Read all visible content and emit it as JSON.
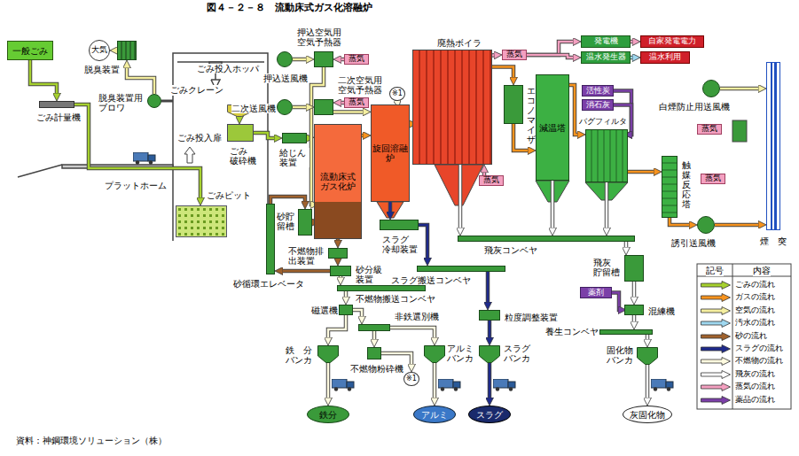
{
  "diagram": {
    "title": "図４－２－８　流動床式ガス化溶融炉",
    "caption": "資料：神鋼環境ソリューション（株）",
    "nodes": [
      {
        "text": [
          "一般ごみ"
        ]
      },
      {
        "text": [
          "ごみ計量機"
        ]
      },
      {
        "text": [
          "大気"
        ]
      },
      {
        "text": [
          "脱臭装置"
        ]
      },
      {
        "text": [
          "脱臭装置用 ブロワ"
        ]
      },
      {
        "text": [
          "ごみピット"
        ]
      },
      {
        "text": [
          "ごみ投入ホッパ"
        ]
      },
      {
        "text": [
          "ごみ 破砕機"
        ]
      },
      {
        "text": [
          "給じん 装置"
        ]
      },
      {
        "text": [
          "押込送風機"
        ]
      },
      {
        "text": [
          "二次送風機"
        ]
      },
      {
        "text": [
          "押込空気用 空気予熱器"
        ]
      },
      {
        "text": [
          "二次空気用 空気予熱器"
        ]
      },
      {
        "text": [
          "蒸気"
        ]
      },
      {
        "text": [
          "蒸気"
        ]
      },
      {
        "text": [
          "流動床式 ガス化炉"
        ]
      },
      {
        "text": [
          "※1"
        ]
      },
      {
        "text": [
          "旋回溶融炉"
        ]
      },
      {
        "text": [
          "廃熱ボイラ"
        ]
      },
      {
        "text": [
          "蒸気"
        ]
      },
      {
        "text": [
          "蒸気"
        ]
      },
      {
        "text": [
          "発電機"
        ]
      },
      {
        "text": [
          "温水発生器"
        ]
      },
      {
        "text": [
          "自家発電電力"
        ]
      },
      {
        "text": [
          "温水利用"
        ]
      },
      {
        "text": [
          "エコノマイザ"
        ]
      },
      {
        "text": [
          "減温塔"
        ]
      },
      {
        "text": [
          "活性炭"
        ]
      },
      {
        "text": [
          "消石灰"
        ]
      },
      {
        "text": [
          "バグフィルタ"
        ]
      },
      {
        "text": [
          "触媒反応塔"
        ]
      },
      {
        "text": [
          "蒸気"
        ]
      },
      {
        "text": [
          "白煙防止用送風機"
        ]
      },
      {
        "text": [
          "蒸気"
        ]
      },
      {
        "text": [
          "誘引送風機"
        ]
      },
      {
        "text": [
          "煙　突"
        ]
      },
      {
        "text": [
          "砂貯 留槽"
        ]
      },
      {
        "text": [
          "砂循環エレベータ"
        ]
      },
      {
        "text": [
          "不燃物排 出装置"
        ]
      },
      {
        "text": [
          "砂分級 装置"
        ]
      },
      {
        "text": [
          "スラグ 冷却装置"
        ]
      },
      {
        "text": [
          "飛灰コンベヤ"
        ]
      },
      {
        "text": [
          "スラグ搬送コンベヤ"
        ]
      },
      {
        "text": [
          "不燃物搬送コンベヤ"
        ]
      },
      {
        "text": [
          "磁選機"
        ]
      },
      {
        "text": [
          "非鉄選別機"
        ]
      },
      {
        "text": [
          "不燃物粉砕機"
        ]
      },
      {
        "text": [
          "※1"
        ]
      },
      {
        "text": [
          "鉄　分 バンカ"
        ]
      },
      {
        "text": [
          "アルミ バンカ"
        ]
      },
      {
        "text": [
          "粒度調整装置"
        ]
      },
      {
        "text": [
          "スラグ バンカ"
        ]
      },
      {
        "text": [
          "鉄分"
        ]
      },
      {
        "text": [
          "アルミ"
        ]
      },
      {
        "text": [
          "スラグ"
        ]
      },
      {
        "text": [
          "飛灰 貯留槽"
        ]
      },
      {
        "text": [
          "薬剤"
        ]
      },
      {
        "text": [
          "混練機"
        ]
      },
      {
        "text": [
          "養生コンベヤ"
        ]
      },
      {
        "text": [
          "固化物 バンカ"
        ]
      },
      {
        "text": [
          "灰固化物"
        ]
      }
    ],
    "edges": [
      {
        "from": 0,
        "to": 1,
        "arrow": "to"
      },
      {
        "from": 1,
        "to": 5,
        "arrow": "to"
      },
      {
        "from": 4,
        "to": 3,
        "arrow": "to"
      },
      {
        "from": 3,
        "to": 2,
        "arrow": "to"
      },
      {
        "from": 6,
        "to": 7,
        "arrow": "to"
      },
      {
        "from": 7,
        "to": 8,
        "arrow": "to"
      },
      {
        "from": 8,
        "to": 15,
        "arrow": "to"
      },
      {
        "from": 9,
        "to": 11,
        "arrow": "to"
      },
      {
        "from": 11,
        "to": 15,
        "arrow": "to"
      },
      {
        "from": 10,
        "to": 12,
        "arrow": "to"
      },
      {
        "from": 12,
        "to": 17,
        "arrow": "to"
      },
      {
        "from": 13,
        "to": 11,
        "arrow": "to"
      },
      {
        "from": 14,
        "to": 12,
        "arrow": "to"
      },
      {
        "from": 15,
        "to": 17,
        "arrow": "to"
      },
      {
        "from": 16,
        "to": 17,
        "arrow": "to"
      },
      {
        "from": 17,
        "to": 18,
        "arrow": "to"
      },
      {
        "from": 18,
        "to": 19,
        "arrow": "to"
      },
      {
        "from": 19,
        "to": 21,
        "arrow": "to"
      },
      {
        "from": 19,
        "to": 22,
        "arrow": "to"
      },
      {
        "from": 21,
        "to": 23,
        "arrow": "to"
      },
      {
        "from": 22,
        "to": 24,
        "arrow": "to"
      },
      {
        "from": 20,
        "to": 18,
        "arrow": "to"
      },
      {
        "from": 18,
        "to": 25,
        "arrow": "to"
      },
      {
        "from": 25,
        "to": 26,
        "arrow": "to"
      },
      {
        "from": 26,
        "to": 29,
        "arrow": "to"
      },
      {
        "from": 27,
        "to": 29,
        "arrow": "to"
      },
      {
        "from": 28,
        "to": 29,
        "arrow": "to"
      },
      {
        "from": 29,
        "to": 30,
        "arrow": "to"
      },
      {
        "from": 30,
        "to": 34,
        "arrow": "to"
      },
      {
        "from": 34,
        "to": 35,
        "arrow": "to"
      },
      {
        "from": 32,
        "to": 35,
        "arrow": "to"
      },
      {
        "from": 17,
        "to": 40,
        "arrow": "to"
      },
      {
        "from": 18,
        "to": 41,
        "arrow": "to"
      },
      {
        "from": 26,
        "to": 41,
        "arrow": "to"
      },
      {
        "from": 29,
        "to": 41,
        "arrow": "to"
      },
      {
        "from": 15,
        "to": 38,
        "arrow": "to"
      },
      {
        "from": 38,
        "to": 39,
        "arrow": "to"
      },
      {
        "from": 39,
        "to": 37,
        "arrow": "to"
      },
      {
        "from": 37,
        "to": 36,
        "arrow": "to"
      },
      {
        "from": 36,
        "to": 15,
        "arrow": "to"
      },
      {
        "from": 39,
        "to": 43,
        "arrow": "to"
      },
      {
        "from": 43,
        "to": 44,
        "arrow": "to"
      },
      {
        "from": 44,
        "to": 48,
        "arrow": "to"
      },
      {
        "from": 44,
        "to": 45,
        "arrow": "to"
      },
      {
        "from": 45,
        "to": 49,
        "arrow": "to"
      },
      {
        "from": 45,
        "to": 46,
        "arrow": "to"
      },
      {
        "from": 46,
        "to": 47,
        "arrow": "to"
      },
      {
        "from": 48,
        "to": 52,
        "arrow": "to"
      },
      {
        "from": 49,
        "to": 53,
        "arrow": "to"
      },
      {
        "from": 40,
        "to": 42,
        "arrow": "to"
      },
      {
        "from": 42,
        "to": 50,
        "arrow": "to"
      },
      {
        "from": 50,
        "to": 51,
        "arrow": "to"
      },
      {
        "from": 51,
        "to": 54,
        "arrow": "to"
      },
      {
        "from": 41,
        "to": 55,
        "arrow": "to"
      },
      {
        "from": 55,
        "to": 57,
        "arrow": "to"
      },
      {
        "from": 56,
        "to": 57,
        "arrow": "to"
      },
      {
        "from": 57,
        "to": 58,
        "arrow": "to"
      },
      {
        "from": 58,
        "to": 59,
        "arrow": "to"
      },
      {
        "from": 59,
        "to": 60,
        "arrow": "to"
      }
    ],
    "labels": [
      "ごみクレーン",
      "ごみ投入扉",
      "プラットホーム",
      "記号",
      "内容"
    ],
    "legend": [
      {
        "text": "ごみの流れ",
        "color": "#a6d12e"
      },
      {
        "text": "ガスの流れ",
        "color": "#f7931e"
      },
      {
        "text": "空気の流れ",
        "color": "#f5efa0"
      },
      {
        "text": "汚水の流れ",
        "color": "#9fd8f0"
      },
      {
        "text": "砂の流れ",
        "color": "#a0622d"
      },
      {
        "text": "スラグの流れ",
        "color": "#1e2a8c"
      },
      {
        "text": "不燃物の流れ",
        "color": "#fffbe0"
      },
      {
        "text": "飛灰の流れ",
        "color": "#ffffff"
      },
      {
        "text": "蒸気の流れ",
        "color": "#f4a0c0"
      },
      {
        "text": "薬品の流れ",
        "color": "#7b3fa8"
      }
    ]
  }
}
